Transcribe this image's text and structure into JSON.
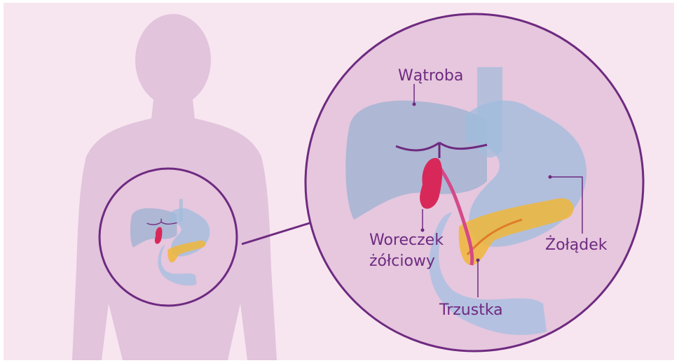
{
  "colors": {
    "background": "#f7e6ef",
    "silhouette": "#e2c4dd",
    "lens": "#e6c7de",
    "ring": "#6e2a80",
    "liver": "#a3b4d2",
    "stomach": "#9fbcdc",
    "duodenum": "#a9bfe0",
    "pancreas": "#f0b63a",
    "gallbladder": "#d8285a",
    "bile_duct": "#d44a8a",
    "label_text": "#6e2a80"
  },
  "labels": {
    "liver": "Wątroba",
    "gallbladder_line1": "Woreczek",
    "gallbladder_line2": "żółciowy",
    "pancreas": "Trzustka",
    "stomach": "Żołądek"
  }
}
